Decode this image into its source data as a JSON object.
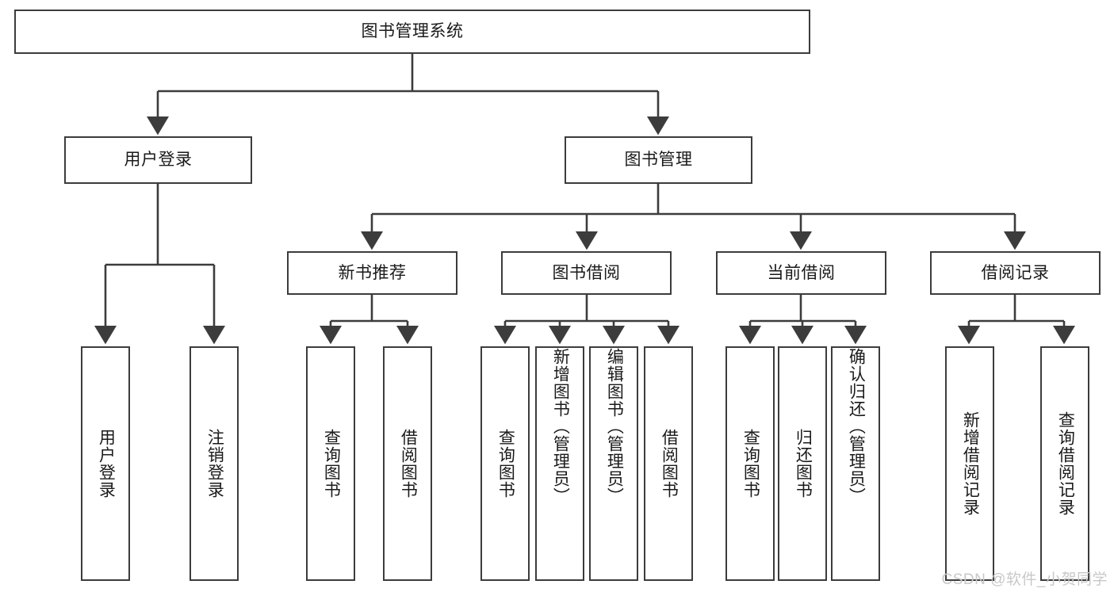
{
  "diagram": {
    "type": "hierarchy-tree",
    "title": "图书管理系统",
    "colors": {
      "background": "#ffffff",
      "stroke": "#3c3c3c",
      "text": "#1a1a1a",
      "watermark": "#c8c8c8"
    },
    "root": {
      "label": "图书管理系统"
    },
    "level2": [
      {
        "label": "用户登录"
      },
      {
        "label": "图书管理"
      }
    ],
    "level3": [
      {
        "label": "新书推荐"
      },
      {
        "label": "图书借阅"
      },
      {
        "label": "当前借阅"
      },
      {
        "label": "借阅记录"
      }
    ],
    "leaves": {
      "user_login": [
        {
          "label": "用户登录"
        },
        {
          "label": "注销登录"
        }
      ],
      "new_book_recommend": [
        {
          "label": "查询图书"
        },
        {
          "label": "借阅图书"
        }
      ],
      "book_borrow": [
        {
          "label": "查询图书"
        },
        {
          "label": "新增图书（管理员）"
        },
        {
          "label": "编辑图书（管理员）"
        },
        {
          "label": "借阅图书"
        }
      ],
      "current_borrow": [
        {
          "label": "查询图书"
        },
        {
          "label": "归还图书"
        },
        {
          "label": "确认归还（管理员）"
        }
      ],
      "borrow_record": [
        {
          "label": "新增借阅记录"
        },
        {
          "label": "查询借阅记录"
        }
      ]
    }
  },
  "watermark": {
    "text": "CSDN @软件_小贺同学"
  }
}
